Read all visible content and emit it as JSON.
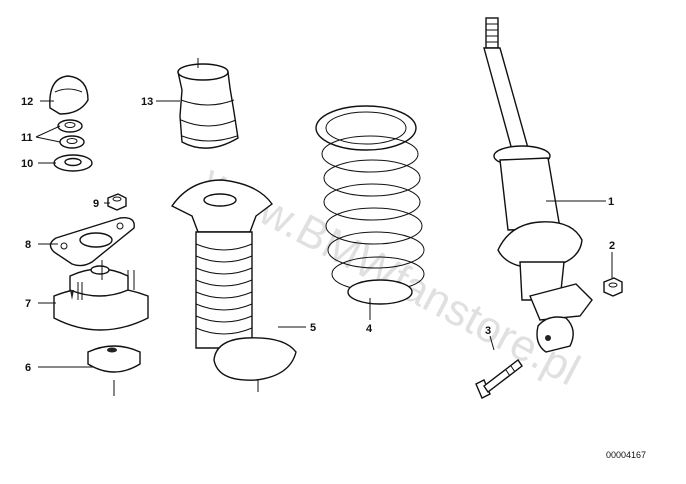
{
  "callouts": [
    "1",
    "2",
    "3",
    "4",
    "5",
    "6",
    "7",
    "8",
    "9",
    "10",
    "11",
    "12",
    "13"
  ],
  "diagram_code": "00004167",
  "watermark": "www.BMWfanstore.pl"
}
